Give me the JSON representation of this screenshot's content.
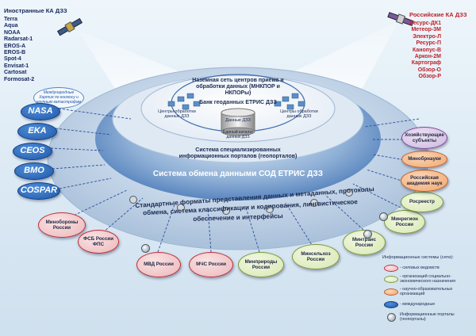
{
  "foreign_satellites": {
    "title": "Иностранные КА ДЗЗ",
    "items": [
      "Terra",
      "Aqua",
      "NOAA",
      "Radarsat-1",
      "EROS-A",
      "EROS-B",
      "Spot-4",
      "Envisat-1",
      "Cartosat",
      "Formosat-2"
    ]
  },
  "russian_satellites": {
    "title": "Российские КА ДЗЗ",
    "items": [
      "Ресурс-ДК1",
      "Метеор-3М",
      "Электро-Л",
      "Ресурс-П",
      "Канопус-В",
      "Аркон-2М",
      "Картограф",
      "Обзор-О",
      "Обзор-Р"
    ]
  },
  "ground_network": "Наземная сеть центров приема и обработки данных (МНКПОР и НКПОРы)",
  "data_bank": "Банк геоданных ЕТРИС ДЗЗ",
  "processing_center": "Центры обработки данных ДЗЗ",
  "data_label": "Данные ДЗЗ",
  "catalog_label": "Единый каталог данных ДЗЗ",
  "portal_system": "Система специализированных информационных порталов (геопорталов)",
  "exchange_system": "Система обмена данными СОД ЕТРИС ДЗЗ",
  "standards_text": [
    "Стандартные форматы представления данных и метаданных, протоколы",
    "обмена, система классификации и кодирования, лингвистическое",
    "обеспечение и интерфейсы"
  ],
  "archive_note": "Международные Хартия по космосу и крупным катастрофам",
  "left_intl": [
    "NASA",
    "EKA",
    "CEOS",
    "BMO",
    "COSPAR"
  ],
  "consumers": {
    "minoborony": "Минобороны России",
    "fsb": "ФСБ России ФПС",
    "mvd": "МВД России",
    "mchs": "МЧС России",
    "minprirody": "Минприроды России",
    "minselkhoz": "Минсельхоз России",
    "mintrans": "Минтранс России",
    "minregion": "Минрегион России",
    "rosreestr": "Росреестр",
    "ran": "Российская академия наук",
    "minobrnauki": "Минобрнауки",
    "business": "Хозяйствующие субъекты"
  },
  "legend": {
    "title": "Информационные системы (сети):",
    "items": [
      "- силовых ведомств",
      "- организаций социально-экономического назначения",
      "- научно-образовательных организаций",
      "- международные",
      "Информационные порталы (геопорталы)"
    ]
  },
  "colors": {
    "blue": "#1f58a8",
    "pink": "#eab7ba",
    "green": "#d7e7b2",
    "orange": "#f0a56c",
    "violet": "#cdb7dd"
  }
}
